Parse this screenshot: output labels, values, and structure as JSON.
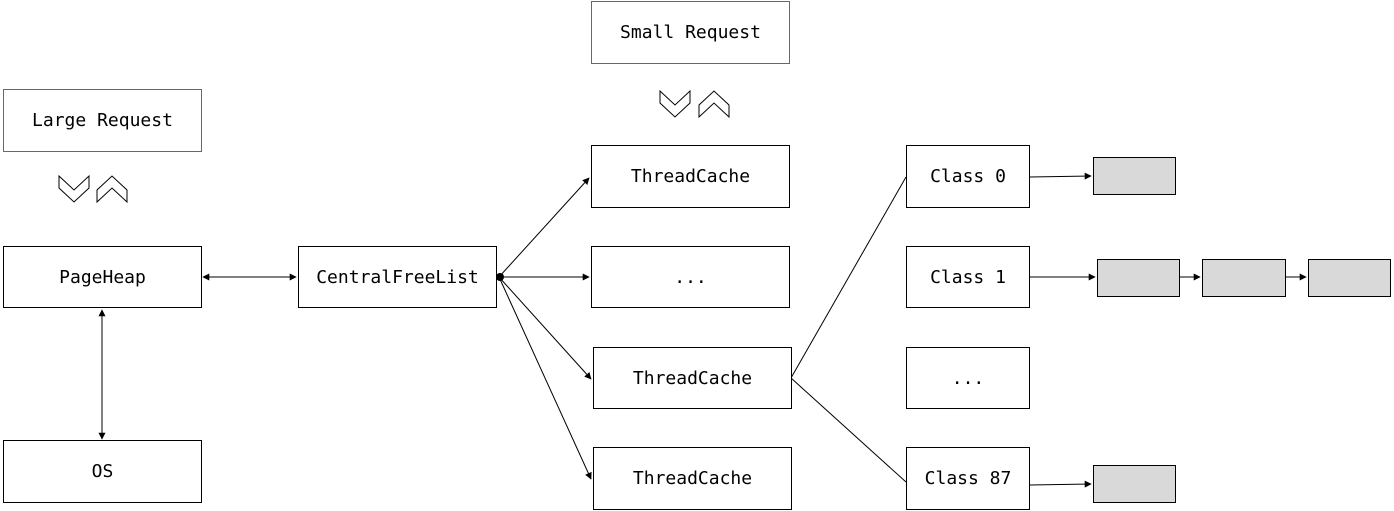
{
  "large_request": "Large Request",
  "small_request": "Small Request",
  "page_heap": "PageHeap",
  "os": "OS",
  "central_free_list": "CentralFreeList",
  "thread_cache_top": "ThreadCache",
  "thread_cache_ellipsis": "...",
  "thread_cache_mid": "ThreadCache",
  "thread_cache_bottom": "ThreadCache",
  "class_0": "Class 0",
  "class_1": "Class 1",
  "class_ellipsis": "...",
  "class_87": "Class 87",
  "colors": {
    "request_border": "#d9363e",
    "cell_fill": "#d9d9d9"
  },
  "icons": {
    "down": "chevron-down-icon",
    "up": "chevron-up-icon"
  }
}
